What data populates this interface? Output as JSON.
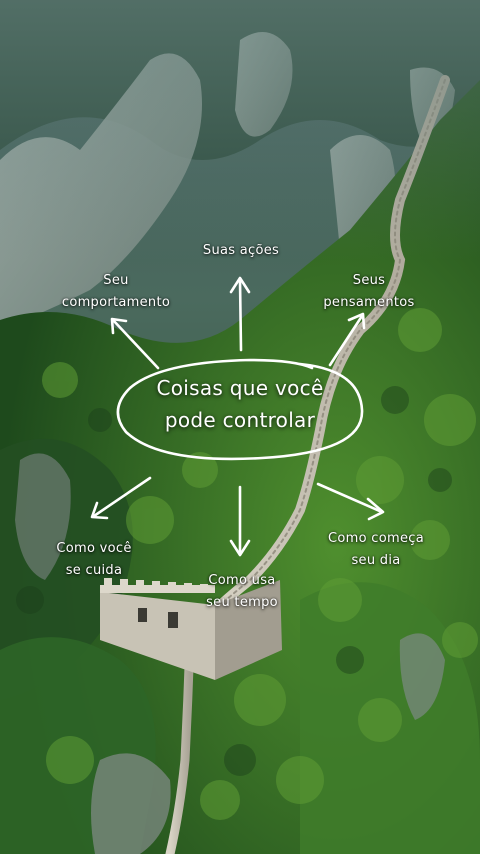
{
  "center": {
    "line1": "Coisas que você",
    "line2": "pode controlar"
  },
  "labels": {
    "suas_acoes": "Suas ações",
    "comportamento_1": "Seu",
    "comportamento_2": "comportamento",
    "pensamentos_1": "Seus",
    "pensamentos_2": "pensamentos",
    "cuida_1": "Como você",
    "cuida_2": "se cuida",
    "tempo_1": "Como usa",
    "tempo_2": "seu tempo",
    "dia_1": "Como começa",
    "dia_2": "seu dia"
  },
  "colors": {
    "text": "#ffffff",
    "forest": "#2f6b2a",
    "mist": "#8fa39a",
    "wall": "#c9c4b8"
  }
}
